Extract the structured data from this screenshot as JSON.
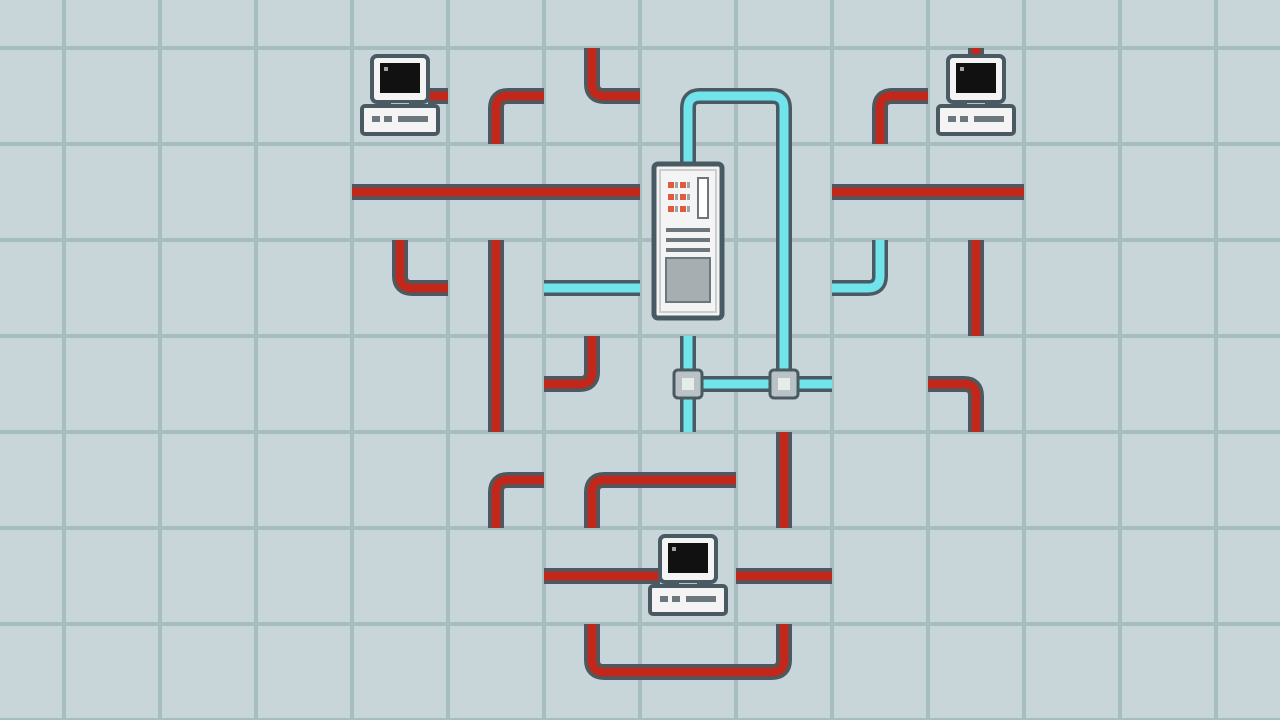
{
  "game": {
    "kind": "pipe-connection-puzzle",
    "grid": {
      "cols": 14,
      "rows": 8
    },
    "colors": {
      "background": "#c8d6da",
      "grid_line": "#a7bec1",
      "disconnected_pipe": "#c0281c",
      "connected_pipe": "#6fe4ec",
      "pipe_outline": "#4a5a62",
      "server_body": "#f4f4f4",
      "server_led": "#e05a3c",
      "monitor_screen": "#111111"
    },
    "server": {
      "cell": [
        6,
        1
      ],
      "icon": "server-tower-icon"
    },
    "computers": [
      {
        "id": "computer-top-left",
        "cell": [
          3,
          0
        ],
        "icon": "desktop-computer-icon",
        "connected": false
      },
      {
        "id": "computer-top-right",
        "cell": [
          9,
          0
        ],
        "icon": "desktop-computer-icon",
        "connected": false
      },
      {
        "id": "computer-bottom",
        "cell": [
          6,
          5
        ],
        "icon": "desktop-computer-icon",
        "connected": false
      }
    ],
    "tiles": [
      {
        "cell": [
          3,
          0
        ],
        "type": "computer-stub",
        "dirs": [
          "E"
        ],
        "connected": false
      },
      {
        "cell": [
          4,
          0
        ],
        "type": "elbow",
        "dirs": [
          "E",
          "S"
        ],
        "connected": false
      },
      {
        "cell": [
          5,
          0
        ],
        "type": "elbow",
        "dirs": [
          "N",
          "E"
        ],
        "connected": false
      },
      {
        "cell": [
          6,
          0
        ],
        "type": "elbow",
        "dirs": [
          "S",
          "E"
        ],
        "connected": true
      },
      {
        "cell": [
          7,
          0
        ],
        "type": "elbow",
        "dirs": [
          "W",
          "S"
        ],
        "connected": true
      },
      {
        "cell": [
          8,
          0
        ],
        "type": "elbow",
        "dirs": [
          "E",
          "S"
        ],
        "connected": false
      },
      {
        "cell": [
          9,
          0
        ],
        "type": "computer-stub",
        "dirs": [
          "N"
        ],
        "connected": false
      },
      {
        "cell": [
          3,
          1
        ],
        "type": "straight",
        "dirs": [
          "W",
          "E"
        ],
        "connected": false
      },
      {
        "cell": [
          4,
          1
        ],
        "type": "straight",
        "dirs": [
          "W",
          "E"
        ],
        "connected": false
      },
      {
        "cell": [
          5,
          1
        ],
        "type": "straight",
        "dirs": [
          "W",
          "E"
        ],
        "connected": false
      },
      {
        "cell": [
          6,
          1
        ],
        "type": "server-stub",
        "dirs": [
          "N"
        ],
        "connected": true
      },
      {
        "cell": [
          7,
          1
        ],
        "type": "straight",
        "dirs": [
          "N",
          "S"
        ],
        "connected": true
      },
      {
        "cell": [
          8,
          1
        ],
        "type": "straight",
        "dirs": [
          "W",
          "E"
        ],
        "connected": false
      },
      {
        "cell": [
          9,
          1
        ],
        "type": "straight",
        "dirs": [
          "W",
          "E"
        ],
        "connected": false
      },
      {
        "cell": [
          3,
          2
        ],
        "type": "elbow",
        "dirs": [
          "N",
          "E"
        ],
        "connected": false
      },
      {
        "cell": [
          4,
          2
        ],
        "type": "straight",
        "dirs": [
          "N",
          "S"
        ],
        "connected": false
      },
      {
        "cell": [
          5,
          2
        ],
        "type": "straight",
        "dirs": [
          "W",
          "E"
        ],
        "connected": true
      },
      {
        "cell": [
          7,
          2
        ],
        "type": "straight",
        "dirs": [
          "N",
          "S"
        ],
        "connected": true
      },
      {
        "cell": [
          8,
          2
        ],
        "type": "elbow",
        "dirs": [
          "N",
          "W"
        ],
        "connected": true
      },
      {
        "cell": [
          9,
          2
        ],
        "type": "straight",
        "dirs": [
          "N",
          "S"
        ],
        "connected": false
      },
      {
        "cell": [
          4,
          3
        ],
        "type": "straight",
        "dirs": [
          "N",
          "S"
        ],
        "connected": false
      },
      {
        "cell": [
          5,
          3
        ],
        "type": "elbow",
        "dirs": [
          "N",
          "W"
        ],
        "connected": false
      },
      {
        "cell": [
          6,
          3
        ],
        "type": "tee",
        "dirs": [
          "N",
          "E",
          "S"
        ],
        "connected": true
      },
      {
        "cell": [
          7,
          3
        ],
        "type": "tee",
        "dirs": [
          "W",
          "N",
          "E"
        ],
        "connected": true
      },
      {
        "cell": [
          9,
          3
        ],
        "type": "elbow",
        "dirs": [
          "W",
          "S"
        ],
        "connected": false
      },
      {
        "cell": [
          4,
          4
        ],
        "type": "elbow",
        "dirs": [
          "E",
          "S"
        ],
        "connected": false
      },
      {
        "cell": [
          5,
          4
        ],
        "type": "elbow",
        "dirs": [
          "E",
          "S"
        ],
        "connected": false
      },
      {
        "cell": [
          6,
          4
        ],
        "type": "straight",
        "dirs": [
          "W",
          "E"
        ],
        "connected": false
      },
      {
        "cell": [
          7,
          4
        ],
        "type": "straight",
        "dirs": [
          "N",
          "S"
        ],
        "connected": false
      },
      {
        "cell": [
          5,
          5
        ],
        "type": "straight",
        "dirs": [
          "W",
          "E"
        ],
        "connected": false
      },
      {
        "cell": [
          6,
          5
        ],
        "type": "computer-stub",
        "dirs": [
          "W"
        ],
        "connected": false
      },
      {
        "cell": [
          7,
          5
        ],
        "type": "straight",
        "dirs": [
          "W",
          "E"
        ],
        "connected": false
      },
      {
        "cell": [
          5,
          6
        ],
        "type": "elbow",
        "dirs": [
          "N",
          "E"
        ],
        "connected": false
      },
      {
        "cell": [
          6,
          6
        ],
        "type": "straight",
        "dirs": [
          "W",
          "E"
        ],
        "connected": false
      },
      {
        "cell": [
          7,
          6
        ],
        "type": "elbow",
        "dirs": [
          "N",
          "W"
        ],
        "connected": false
      }
    ]
  }
}
